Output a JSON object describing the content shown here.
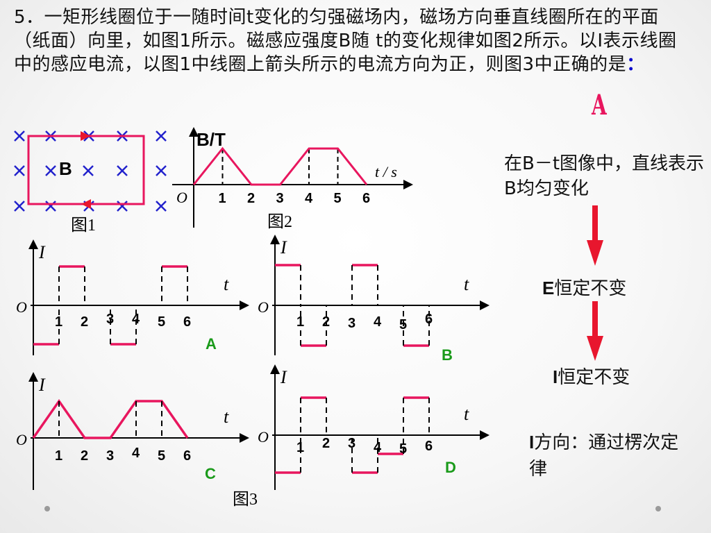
{
  "problem": {
    "text": "5．一矩形线圈位于一随时间t变化的匀强磁场内，磁场方向垂直线圈所在的平面（纸面）向里，如图1所示。磁感应强度B随 t的变化规律如图2所示。以I表示线圈中的感应电流，以图1中线圈上箭头所示的电流方向为正，则图3中正确的是",
    "colon": "："
  },
  "answer": "A",
  "fig1": {
    "field_label": "B",
    "caption": "图1"
  },
  "fig2": {
    "caption": "图2",
    "ylabel": "B/T",
    "xlabel": "t / s",
    "origin": "O",
    "ticks": [
      "1",
      "2",
      "3",
      "4",
      "5",
      "6"
    ]
  },
  "fig3": {
    "caption": "图3"
  },
  "options": [
    {
      "label": "A",
      "ylabel": "I",
      "xlabel": "t",
      "origin": "O",
      "ticks": [
        "1",
        "2",
        "3",
        "4",
        "5",
        "6"
      ]
    },
    {
      "label": "B",
      "ylabel": "I",
      "xlabel": "t",
      "origin": "O",
      "ticks": [
        "1",
        "2",
        "3",
        "4",
        "5",
        "6"
      ]
    },
    {
      "label": "C",
      "ylabel": "I",
      "xlabel": "t",
      "origin": "O",
      "ticks": [
        "1",
        "2",
        "3",
        "4",
        "5",
        "6"
      ]
    },
    {
      "label": "D",
      "ylabel": "I",
      "xlabel": "t",
      "origin": "O",
      "ticks": [
        "1",
        "2",
        "3",
        "4",
        "5",
        "6"
      ]
    }
  ],
  "notes": {
    "n1": "在B－t图像中，直线表示B均匀变化",
    "n2_b": "E",
    "n2": "恒定不变",
    "n3_b": "I",
    "n3": "恒定不变",
    "n4_b": "I",
    "n4": "方向：通过楞次定律"
  },
  "colors": {
    "accent": "#e8165e",
    "cross": "#2222cc",
    "arrow": "#e8162e",
    "green": "#1a9a1a",
    "blue": "#0000cc"
  },
  "chart_data": [
    {
      "type": "line",
      "title": "图2",
      "xlabel": "t / s",
      "ylabel": "B/T",
      "x": [
        0,
        1,
        2,
        3,
        4,
        5,
        6
      ],
      "series": [
        {
          "values": [
            0,
            1,
            0,
            0,
            1,
            1,
            0
          ]
        }
      ]
    },
    {
      "type": "line",
      "title": "A",
      "xlabel": "t",
      "ylabel": "I",
      "x": [
        0,
        1,
        2,
        3,
        4,
        5,
        6
      ],
      "series": [
        {
          "values": [
            -1,
            1,
            0,
            -1,
            0,
            1,
            0
          ]
        }
      ],
      "note": "step values per interval [0-1]=-1,[1-2]=+1,[2-3]=0,[3-4]=-1,[4-5]=0,[5-6]=+1"
    },
    {
      "type": "line",
      "title": "B",
      "xlabel": "t",
      "ylabel": "I",
      "x": [
        0,
        1,
        2,
        3,
        4,
        5,
        6
      ],
      "series": [
        {
          "values": [
            1,
            -1,
            0,
            1,
            0,
            -1,
            0
          ]
        }
      ]
    },
    {
      "type": "line",
      "title": "C",
      "xlabel": "t",
      "ylabel": "I",
      "x": [
        0,
        1,
        2,
        3,
        4,
        5,
        6
      ],
      "series": [
        {
          "values": [
            0,
            1,
            0,
            0,
            1,
            1,
            0
          ]
        }
      ]
    },
    {
      "type": "line",
      "title": "D",
      "xlabel": "t",
      "ylabel": "I",
      "x": [
        0,
        1,
        2,
        3,
        4,
        5,
        6
      ],
      "series": [
        {
          "values": [
            -1,
            1,
            0,
            -1,
            -0.5,
            1,
            0
          ]
        }
      ]
    }
  ]
}
